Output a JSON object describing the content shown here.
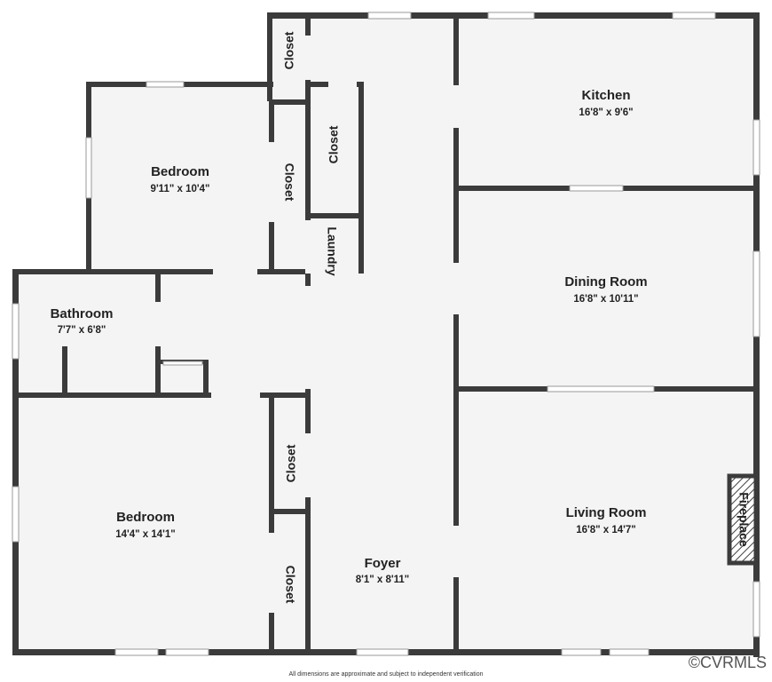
{
  "rooms": {
    "kitchen": {
      "name": "Kitchen",
      "dims": "16'8\" x 9'6\""
    },
    "dining_room": {
      "name": "Dining Room",
      "dims": "16'8\" x 10'11\""
    },
    "living_room": {
      "name": "Living Room",
      "dims": "16'8\" x 14'7\""
    },
    "bedroom_1": {
      "name": "Bedroom",
      "dims": "9'11\" x 10'4\""
    },
    "bedroom_2": {
      "name": "Bedroom",
      "dims": "14'4\" x 14'1\""
    },
    "bathroom": {
      "name": "Bathroom",
      "dims": "7'7\" x 6'8\""
    },
    "foyer": {
      "name": "Foyer",
      "dims": "8'1\" x 8'11\""
    }
  },
  "labels": {
    "closet_1": "Closet",
    "closet_2": "Closet",
    "closet_3": "Closet",
    "closet_4": "Closet",
    "closet_5": "Closet",
    "laundry": "Laundry",
    "fireplace": "Fireplace"
  },
  "footer": {
    "disclaimer": "All dimensions are approximate and subject to independent verification",
    "watermark": "©CVRMLS"
  }
}
